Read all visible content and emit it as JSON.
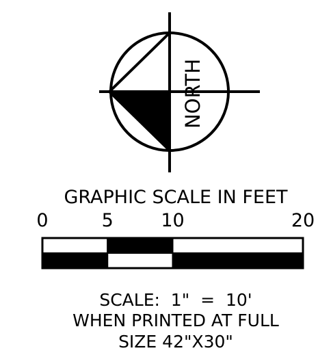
{
  "north_arrow": {
    "label": "NORTH"
  },
  "graphic_scale": {
    "title": "GRAPHIC SCALE IN FEET",
    "units": "FEET",
    "max": 20,
    "ticks": [
      {
        "value": 0,
        "label": "0"
      },
      {
        "value": 5,
        "label": "5"
      },
      {
        "value": 10,
        "label": "10"
      },
      {
        "value": 20,
        "label": "20"
      }
    ],
    "rows": [
      {
        "segments": [
          {
            "from": 0,
            "to": 5,
            "fill": "#ffffff"
          },
          {
            "from": 5,
            "to": 10,
            "fill": "#000000"
          },
          {
            "from": 10,
            "to": 20,
            "fill": "#ffffff"
          }
        ]
      },
      {
        "segments": [
          {
            "from": 0,
            "to": 5,
            "fill": "#000000"
          },
          {
            "from": 5,
            "to": 10,
            "fill": "#ffffff"
          },
          {
            "from": 10,
            "to": 20,
            "fill": "#000000"
          }
        ]
      }
    ]
  },
  "notes": {
    "line1": "SCALE:  1\"  =  10'",
    "line2": "WHEN PRINTED AT FULL",
    "line3": "SIZE 42\"X30\""
  }
}
